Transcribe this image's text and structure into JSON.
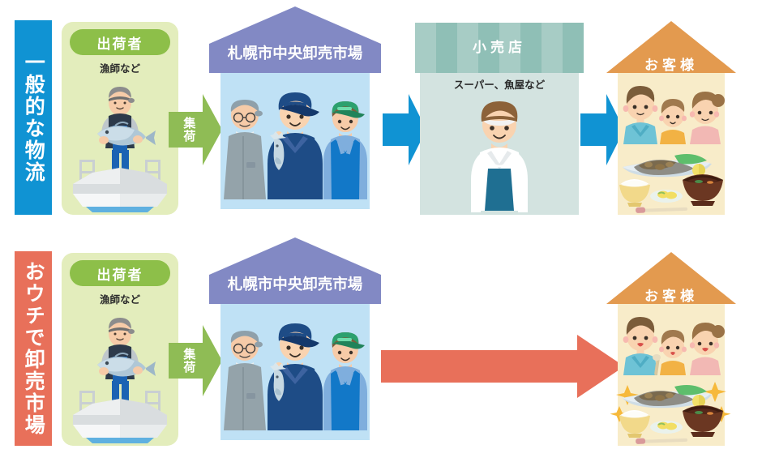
{
  "diagram": {
    "title_notes": "Fish distribution flow comparison",
    "colors": {
      "label_blue": "#1093D3",
      "label_coral": "#E8705A",
      "shipper_panel_bg": "#E3EDBC",
      "shipper_pill": "#8DBF49",
      "collect_arrow_green": "#8FBC55",
      "market_roof_purple": "#8289C4",
      "market_header_purple": "#8289C4",
      "market_body_blue": "#BFE1F5",
      "retail_awning_teal": "#8FBFB6",
      "retail_body_teal": "#D3E3E0",
      "flow_arrow_blue": "#1093D3",
      "flow_arrow_coral": "#E8705A",
      "customer_roof_orange": "#E39A4F",
      "customer_body_cream": "#F8ECC9"
    }
  },
  "rows": [
    {
      "id": "general-distribution",
      "side_label": "一般的な物流",
      "side_label_color": "#1093D3",
      "shipper": {
        "title": "出荷者",
        "subtitle": "漁師など",
        "icon": "fisherman-with-fish-on-boat"
      },
      "collect_arrow": {
        "label": "集荷",
        "color": "#8FBC55",
        "icon": "right-arrow-icon"
      },
      "market": {
        "title": "札幌市中央卸売市場",
        "icon": "three-market-workers"
      },
      "arrow_market_to_retail": {
        "label": "",
        "color": "#1093D3",
        "icon": "right-arrow-icon"
      },
      "retail": {
        "title": "小売店",
        "subtitle": "スーパー、魚屋など",
        "icon": "shopkeeper-with-apron"
      },
      "arrow_retail_to_customer": {
        "label": "",
        "color": "#1093D3",
        "icon": "right-arrow-icon"
      },
      "customer": {
        "title": "お客様",
        "icon": "family-with-meal",
        "has_sparkles": false
      }
    },
    {
      "id": "ouchi-de-oroshiuri-ichiba",
      "side_label": "おウチで卸売市場",
      "side_label_color": "#E8705A",
      "shipper": {
        "title": "出荷者",
        "subtitle": "漁師など",
        "icon": "fisherman-with-fish-on-boat"
      },
      "collect_arrow": {
        "label": "集荷",
        "color": "#8FBC55",
        "icon": "right-arrow-icon"
      },
      "market": {
        "title": "札幌市中央卸売市場",
        "icon": "three-market-workers"
      },
      "arrow_market_to_customer": {
        "label": "",
        "color": "#E8705A",
        "icon": "long-right-arrow-icon"
      },
      "customer": {
        "title": "お客様",
        "icon": "happy-family-with-meal",
        "has_sparkles": true
      }
    }
  ]
}
